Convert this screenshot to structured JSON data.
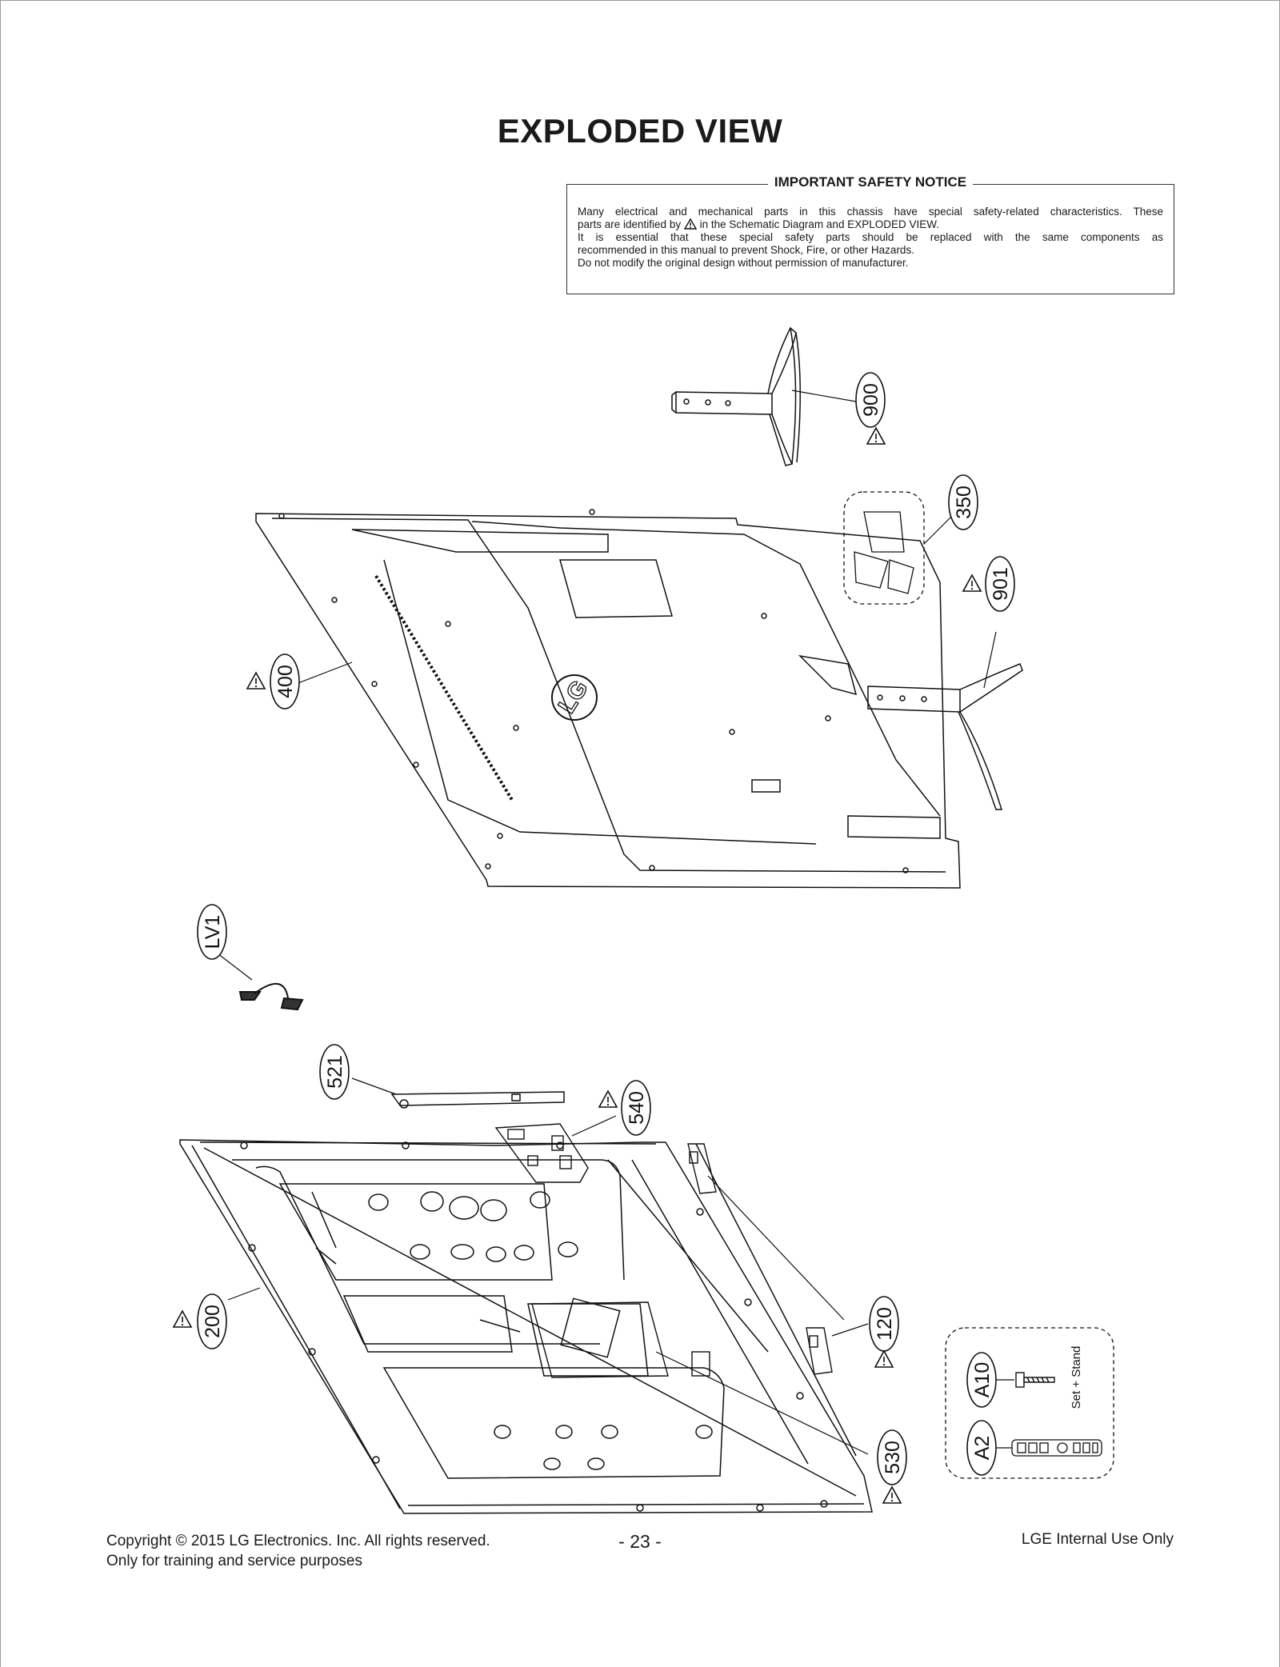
{
  "page": {
    "title": "EXPLODED VIEW"
  },
  "safety_notice": {
    "title": "IMPORTANT SAFETY NOTICE",
    "line1": "Many electrical and mechanical parts in this chassis have special safety-related characteristics. These",
    "line2_pre": "parts are identified by",
    "line2_post": "in the Schematic Diagram and EXPLODED VIEW.",
    "line3": "It is essential that these special safety parts should be replaced with the same components as",
    "line4": "recommended in this manual to prevent Shock, Fire, or other Hazards.",
    "line5": "Do not modify the original design without permission of manufacturer."
  },
  "parts": {
    "p900": "900",
    "p350": "350",
    "p901": "901",
    "p400": "400",
    "pLV1": "LV1",
    "p521": "521",
    "p540": "540",
    "p200": "200",
    "p120": "120",
    "p530": "530",
    "pA10": "A10",
    "pA2": "A2"
  },
  "accessories": {
    "group_label": "Set + Stand"
  },
  "back_cover": {
    "logo": "LG"
  },
  "footer": {
    "copyright": "Copyright  © 2015 LG Electronics. Inc. All rights reserved.",
    "purpose": "Only for training and service purposes",
    "page_number": "- 23 -",
    "classification": "LGE Internal Use Only"
  }
}
